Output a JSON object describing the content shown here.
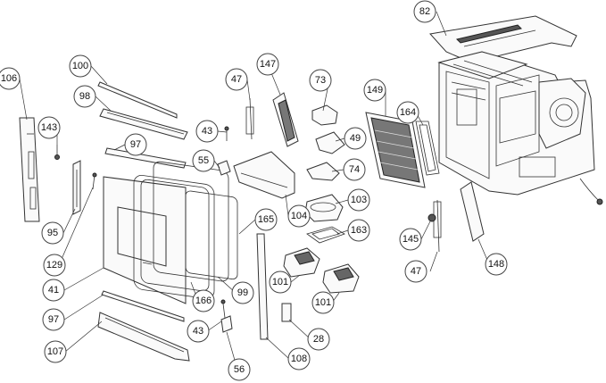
{
  "callouts": {
    "c82": "82",
    "c100": "100",
    "c147": "147",
    "c73": "73",
    "c106": "106",
    "c47a": "47",
    "c149": "149",
    "c164": "164",
    "c98": "98",
    "c143": "143",
    "c43a": "43",
    "c49": "49",
    "c97a": "97",
    "c55": "55",
    "c74": "74",
    "c103": "103",
    "c165": "165",
    "c104": "104",
    "c163": "163",
    "c145": "145",
    "c95": "95",
    "c129": "129",
    "c148": "148",
    "c47b": "47",
    "c41": "41",
    "c101a": "101",
    "c99": "99",
    "c166": "166",
    "c101b": "101",
    "c97b": "97",
    "c43b": "43",
    "c28": "28",
    "c107": "107",
    "c108": "108",
    "c56": "56"
  }
}
